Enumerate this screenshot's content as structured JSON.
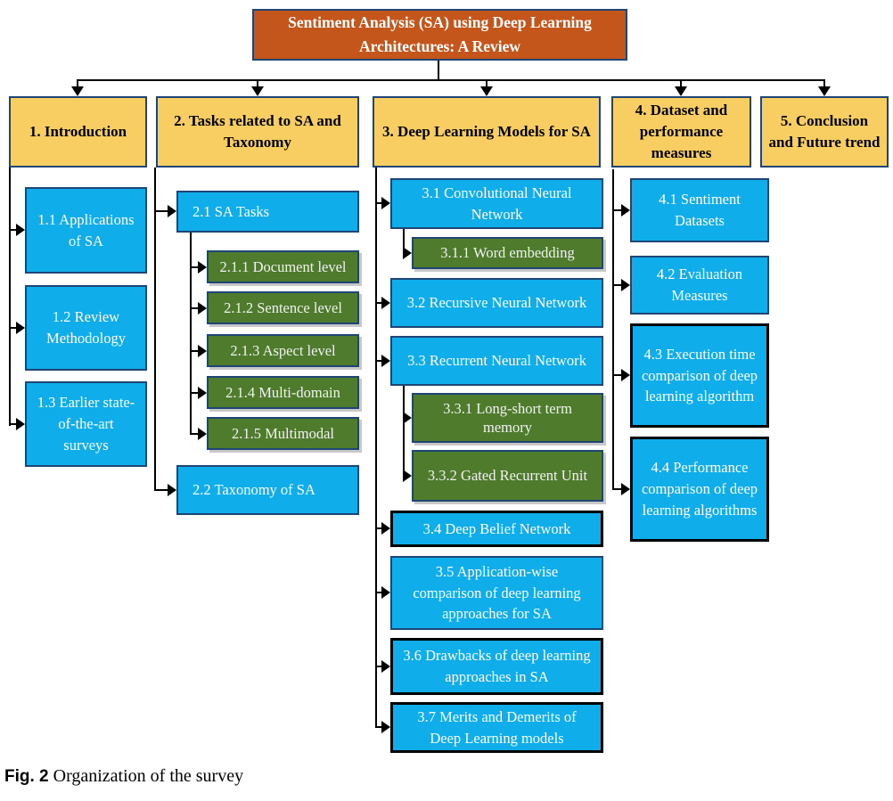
{
  "figure": {
    "caption_label": "Fig. 2",
    "caption_text": "Organization of the survey"
  },
  "root": {
    "label": "Sentiment Analysis (SA) using Deep Learning Architectures: A Review"
  },
  "palette": {
    "orange": "#C4561C",
    "yellow": "#F8CE63",
    "blue": "#0FAEEA",
    "green": "#4E7B2C",
    "navy": "#1F4577",
    "line": "#000000"
  },
  "sections": [
    {
      "label": "1. Introduction",
      "children": [
        {
          "label": "1.1 Applications of SA"
        },
        {
          "label": "1.2 Review Methodology"
        },
        {
          "label": "1.3 Earlier state-of-the-art surveys"
        }
      ]
    },
    {
      "label": "2. Tasks related to SA and Taxonomy",
      "children": [
        {
          "label": "2.1 SA Tasks",
          "children": [
            {
              "label": "2.1.1 Document level"
            },
            {
              "label": "2.1.2 Sentence level"
            },
            {
              "label": "2.1.3 Aspect level"
            },
            {
              "label": "2.1.4 Multi-domain"
            },
            {
              "label": "2.1.5 Multimodal"
            }
          ]
        },
        {
          "label": "2.2 Taxonomy of SA"
        }
      ]
    },
    {
      "label": "3. Deep Learning Models for SA",
      "children": [
        {
          "label": "3.1 Convolutional Neural Network",
          "children": [
            {
              "label": "3.1.1 Word embedding"
            }
          ]
        },
        {
          "label": "3.2 Recursive Neural Network"
        },
        {
          "label": "3.3 Recurrent Neural Network",
          "children": [
            {
              "label": "3.3.1 Long-short term memory"
            },
            {
              "label": "3.3.2 Gated Recurrent Unit"
            }
          ]
        },
        {
          "label": "3.4 Deep Belief Network"
        },
        {
          "label": "3.5 Application-wise comparison of deep learning approaches for SA"
        },
        {
          "label": "3.6 Drawbacks of deep learning approaches in SA"
        },
        {
          "label": "3.7 Merits and Demerits of Deep Learning models"
        }
      ]
    },
    {
      "label": "4. Dataset and performance measures",
      "children": [
        {
          "label": "4.1 Sentiment Datasets"
        },
        {
          "label": "4.2 Evaluation Measures"
        },
        {
          "label": "4.3 Execution time comparison of deep learning algorithm"
        },
        {
          "label": "4.4 Performance comparison of deep learning algorithms"
        }
      ]
    },
    {
      "label": "5. Conclusion and Future trend",
      "children": []
    }
  ]
}
